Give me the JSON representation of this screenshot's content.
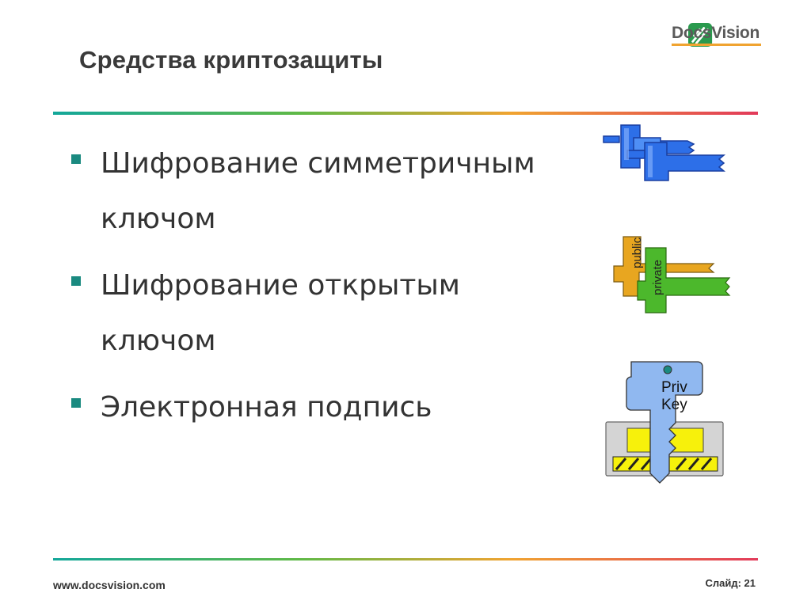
{
  "slide": {
    "title": "Средства криптозащиты",
    "bullets": [
      "Шифрование симметричным ключом",
      "Шифрование открытым ключом",
      "Электронная подпись"
    ]
  },
  "logo": {
    "text": "DocsVision"
  },
  "images": {
    "public_key_label": "public",
    "private_key_label": "private",
    "priv_key_line1": "Priv",
    "priv_key_line2": "Key"
  },
  "footer": {
    "url": "www.docsvision.com",
    "slide_number": "Слайд: 21"
  },
  "colors": {
    "accent": "#1a8a80",
    "rule_start": "#13a79a",
    "rule_end": "#e23a5a"
  }
}
